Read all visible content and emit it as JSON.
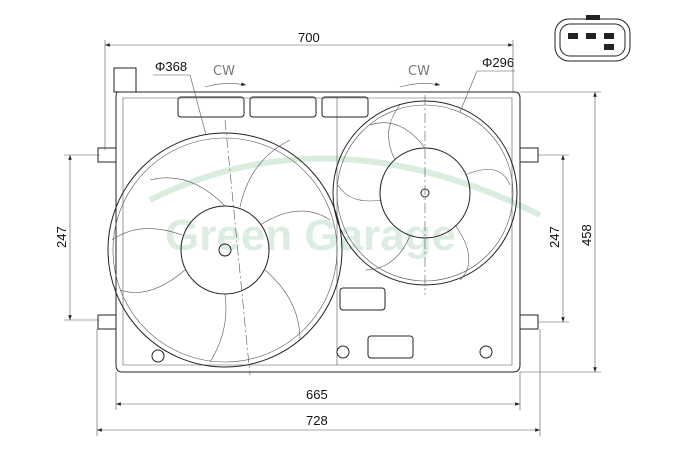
{
  "dimensions": {
    "width_top": "700",
    "fan_left_diameter": "Φ368",
    "fan_right_diameter": "Φ296",
    "height_left": "247",
    "height_right": "247",
    "height_total": "458",
    "width_inner": "665",
    "width_overall": "728"
  },
  "rotation": {
    "left": "CW",
    "right": "CW"
  },
  "watermark": "Green Garage"
}
